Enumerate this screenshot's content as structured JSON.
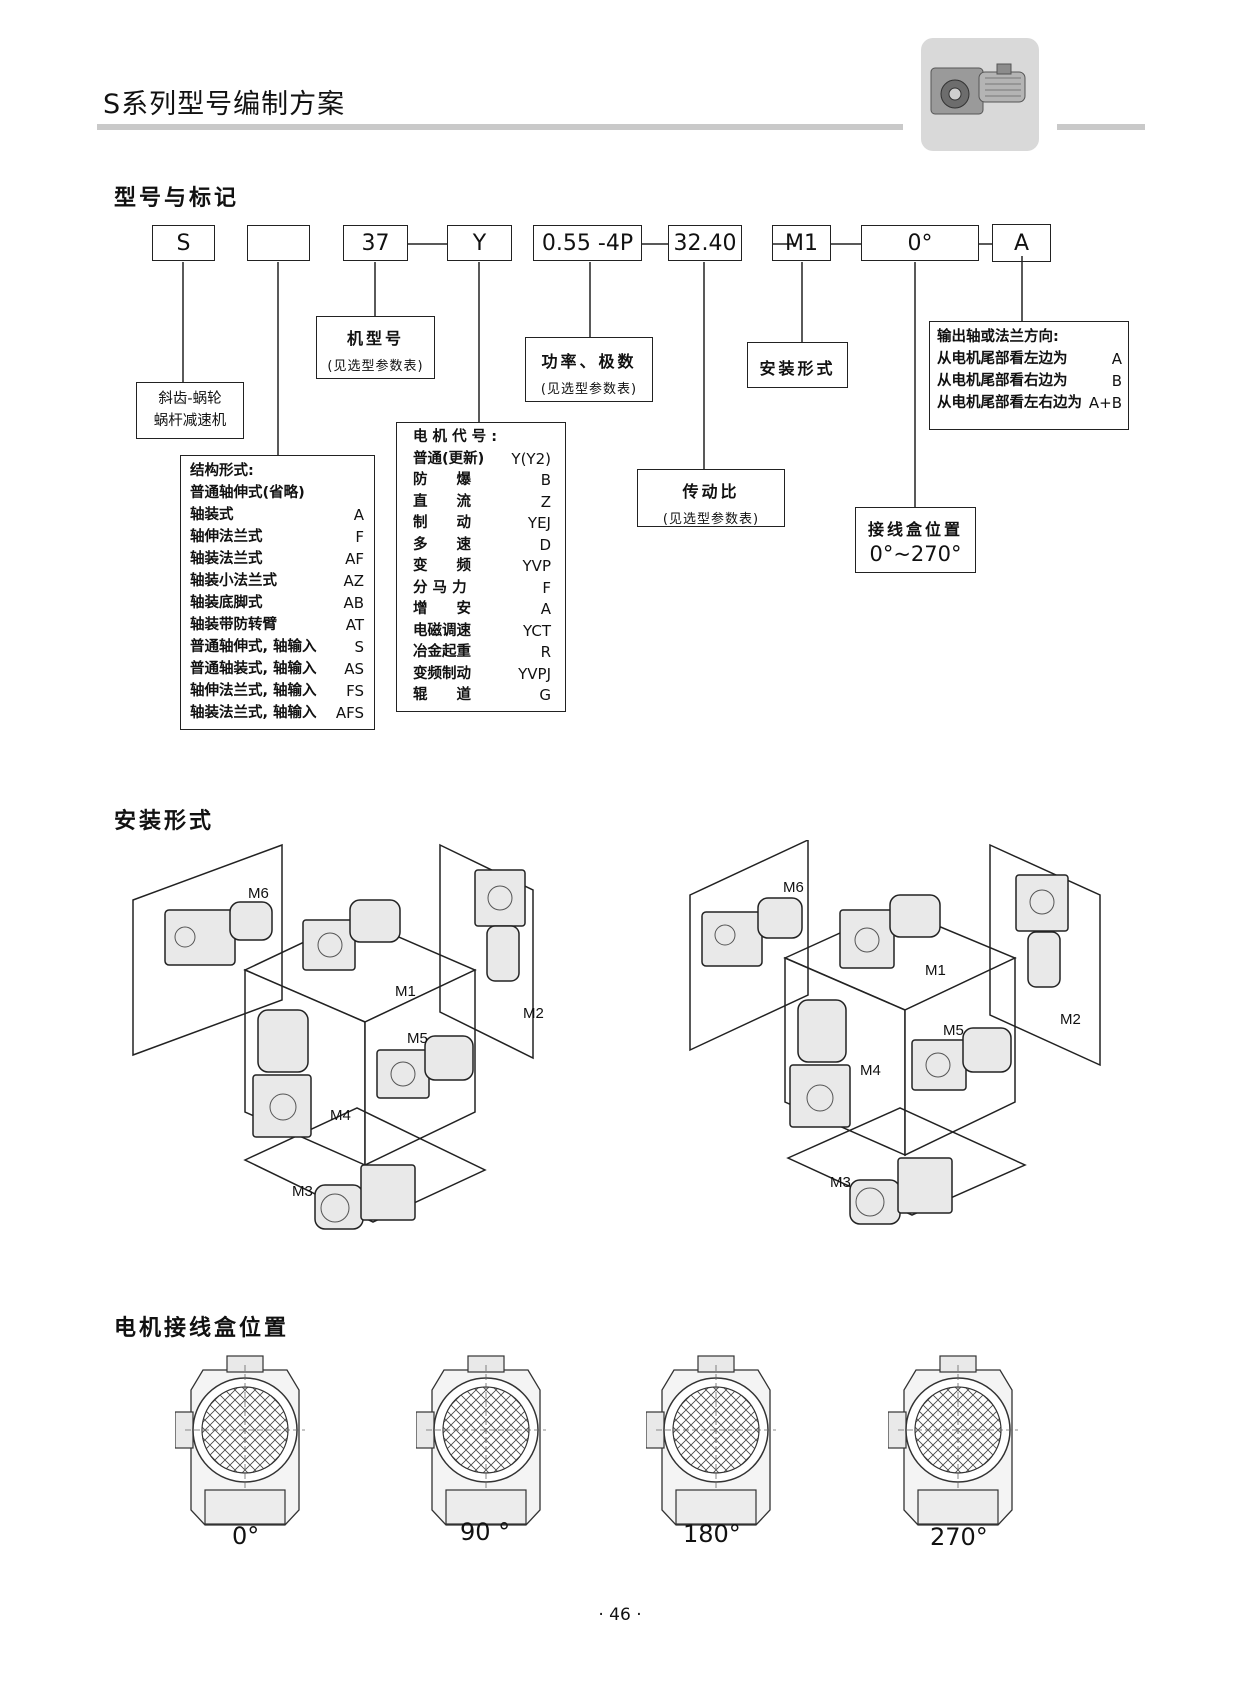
{
  "header": {
    "title": "S系列型号编制方案"
  },
  "sections": {
    "model": "型号与标记",
    "mounting": "安装形式",
    "terminal": "电机接线盒位置"
  },
  "code": {
    "boxes": [
      "S",
      "",
      "37",
      "Y",
      "0.55 -4P",
      "32.40",
      "M1",
      "0°",
      "A"
    ]
  },
  "labels": {
    "type": [
      "斜齿-蜗轮",
      "蜗杆减速机"
    ],
    "frame": {
      "title": "机型号",
      "sub": "(见选型参数表)"
    },
    "power": {
      "title": "功率、极数",
      "sub": "(见选型参数表)"
    },
    "mount": {
      "title": "安装形式"
    },
    "ratio": {
      "title": "传动比",
      "sub": "(见选型参数表)"
    },
    "box_pos": {
      "title": "接线盒位置",
      "range": "0°~270°"
    }
  },
  "structure": {
    "title": "结构形式:",
    "items": [
      {
        "k": "普通轴伸式(省略)",
        "v": ""
      },
      {
        "k": "轴装式",
        "v": "A"
      },
      {
        "k": "轴伸法兰式",
        "v": "F"
      },
      {
        "k": "轴装法兰式",
        "v": "AF"
      },
      {
        "k": "轴装小法兰式",
        "v": "AZ"
      },
      {
        "k": "轴装底脚式",
        "v": "AB"
      },
      {
        "k": "轴装带防转臂",
        "v": "AT"
      },
      {
        "k": "普通轴伸式, 轴输入",
        "v": "S"
      },
      {
        "k": "普通轴装式, 轴输入",
        "v": "AS"
      },
      {
        "k": "轴伸法兰式, 轴输入",
        "v": "FS"
      },
      {
        "k": "轴装法兰式, 轴输入",
        "v": "AFS"
      }
    ]
  },
  "motor": {
    "title": "电 机 代 号 :",
    "items": [
      {
        "k": "普通(更新)",
        "v": "Y(Y2)"
      },
      {
        "k": "防　　爆",
        "v": "B"
      },
      {
        "k": "直　　流",
        "v": "Z"
      },
      {
        "k": "制　　动",
        "v": "YEJ"
      },
      {
        "k": "多　　速",
        "v": "D"
      },
      {
        "k": "变　　频",
        "v": "YVP"
      },
      {
        "k": "分 马 力",
        "v": "F"
      },
      {
        "k": "增　　安",
        "v": "A"
      },
      {
        "k": "电磁调速",
        "v": "YCT"
      },
      {
        "k": "冶金起重",
        "v": "R"
      },
      {
        "k": "变频制动",
        "v": "YVPJ"
      },
      {
        "k": "辊　　道",
        "v": "G"
      }
    ]
  },
  "output": {
    "title": "输出轴或法兰方向:",
    "items": [
      {
        "k": "从电机尾部看左边为",
        "v": "A"
      },
      {
        "k": "从电机尾部看右边为",
        "v": "B"
      },
      {
        "k": "从电机尾部看左右边为",
        "v": "A+B"
      }
    ]
  },
  "mounting": {
    "left": [
      "M6",
      "M1",
      "M2",
      "M5",
      "M4",
      "M3"
    ],
    "right": [
      "M6",
      "M1",
      "M2",
      "M5",
      "M4",
      "M3"
    ]
  },
  "terminal_positions": [
    "0°",
    "90 °",
    "180°",
    "270°"
  ],
  "footer": {
    "page": "· 46 ·"
  }
}
